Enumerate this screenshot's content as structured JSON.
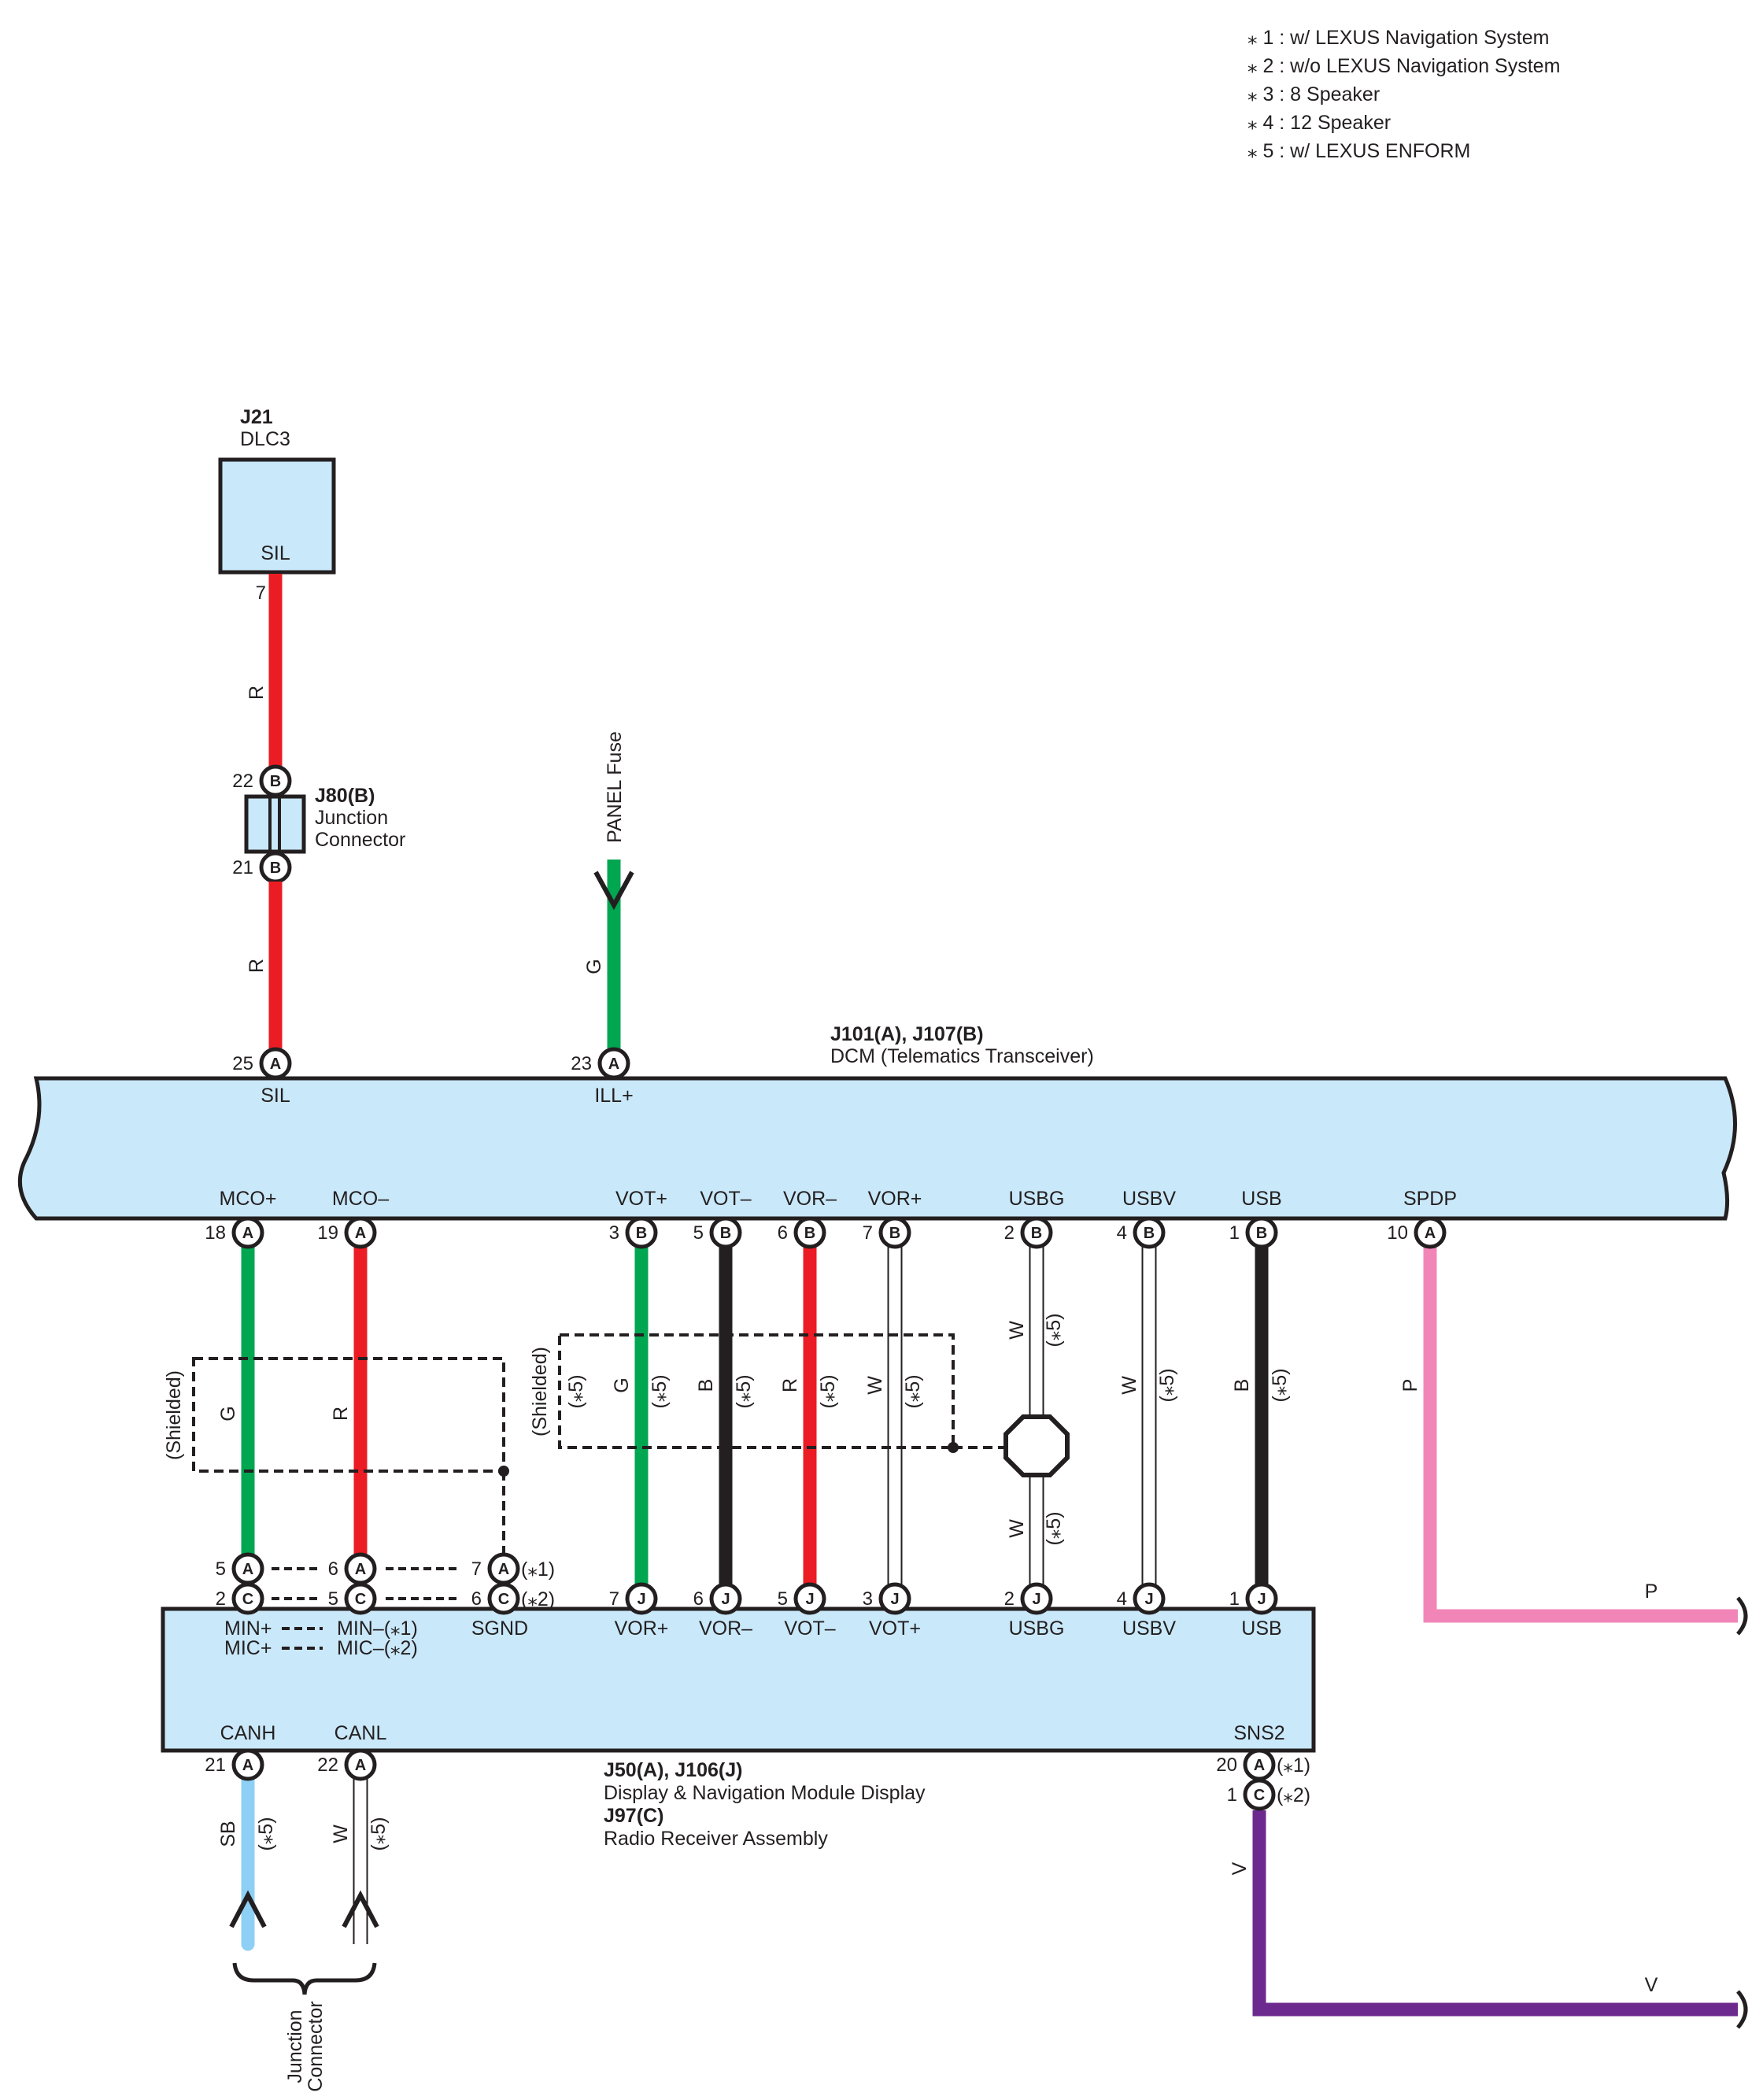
{
  "legend": [
    "⁎ 1 : w/ LEXUS Navigation System",
    "⁎ 2 : w/o LEXUS Navigation System",
    "⁎ 3 : 8 Speaker",
    "⁎ 4 : 12 Speaker",
    "⁎ 5 : w/ LEXUS ENFORM"
  ],
  "dlc3": {
    "id": "J21",
    "name": "DLC3",
    "pin_label": "SIL",
    "pin_no": "7"
  },
  "j80": {
    "id": "J80(B)",
    "name1": "Junction",
    "name2": "Connector",
    "pin_top": "22",
    "pin_bottom": "21",
    "connector": "B"
  },
  "wire_labels": {
    "red": "R",
    "green": "G",
    "black": "B",
    "white": "W",
    "pink": "P",
    "violet": "V",
    "skyblue": "SB"
  },
  "panel_fuse": "PANEL Fuse",
  "dcm": {
    "id": "J101(A), J107(B)",
    "name": "DCM (Telematics Transceiver)",
    "top_pins": [
      {
        "no": "25",
        "conn": "A",
        "label": "SIL"
      },
      {
        "no": "23",
        "conn": "A",
        "label": "ILL+"
      }
    ],
    "bottom_pins": [
      {
        "no": "18",
        "conn": "A",
        "label": "MCO+"
      },
      {
        "no": "19",
        "conn": "A",
        "label": "MCO–"
      },
      {
        "no": "3",
        "conn": "B",
        "label": "VOT+"
      },
      {
        "no": "5",
        "conn": "B",
        "label": "VOT–"
      },
      {
        "no": "6",
        "conn": "B",
        "label": "VOR–"
      },
      {
        "no": "7",
        "conn": "B",
        "label": "VOR+"
      },
      {
        "no": "2",
        "conn": "B",
        "label": "USBG"
      },
      {
        "no": "4",
        "conn": "B",
        "label": "USBV"
      },
      {
        "no": "1",
        "conn": "B",
        "label": "USB"
      },
      {
        "no": "10",
        "conn": "A",
        "label": "SPDP"
      }
    ]
  },
  "shielded": "(Shielded)",
  "note5": "(⁎5)",
  "note1": "(⁎1)",
  "note2": "(⁎2)",
  "receiver": {
    "id1": "J50(A), J106(J)",
    "name1": "Display & Navigation Module Display",
    "id2": "J97(C)",
    "name2": "Radio Receiver Assembly",
    "mic_row_a": [
      {
        "no": "5",
        "conn": "A"
      },
      {
        "no": "6",
        "conn": "A"
      },
      {
        "no": "7",
        "conn": "A"
      }
    ],
    "mic_row_c": [
      {
        "no": "2",
        "conn": "C"
      },
      {
        "no": "5",
        "conn": "C"
      },
      {
        "no": "6",
        "conn": "C"
      }
    ],
    "top_pins_j": [
      {
        "no": "7",
        "conn": "J",
        "label": "VOR+"
      },
      {
        "no": "6",
        "conn": "J",
        "label": "VOR–"
      },
      {
        "no": "5",
        "conn": "J",
        "label": "VOT–"
      },
      {
        "no": "3",
        "conn": "J",
        "label": "VOT+"
      },
      {
        "no": "2",
        "conn": "J",
        "label": "USBG"
      },
      {
        "no": "4",
        "conn": "J",
        "label": "USBV"
      },
      {
        "no": "1",
        "conn": "J",
        "label": "USB"
      }
    ],
    "label_min_plus": "MIN+",
    "label_mic_plus": "MIC+",
    "label_min_minus": "MIN–(⁎1)",
    "label_mic_minus": "MIC–(⁎2)",
    "label_sgnd": "SGND",
    "bottom_pins": [
      {
        "no": "21",
        "conn": "A",
        "label": "CANH"
      },
      {
        "no": "22",
        "conn": "A",
        "label": "CANL"
      }
    ],
    "sns2_label": "SNS2",
    "sns2_pin_a": {
      "no": "20",
      "conn": "A"
    },
    "sns2_pin_c": {
      "no": "1",
      "conn": "C"
    }
  },
  "junction_bottom": {
    "line1": "Junction",
    "line2": "Connector"
  },
  "colors": {
    "module_fill": "#c9e8f9",
    "red": "#ec1c24",
    "green": "#00a650",
    "black": "#231f20",
    "pink": "#f285b8",
    "violet": "#6d2a8e",
    "skyblue": "#8ed0f5",
    "white_wire": "#ffffff",
    "line": "#231f20"
  }
}
